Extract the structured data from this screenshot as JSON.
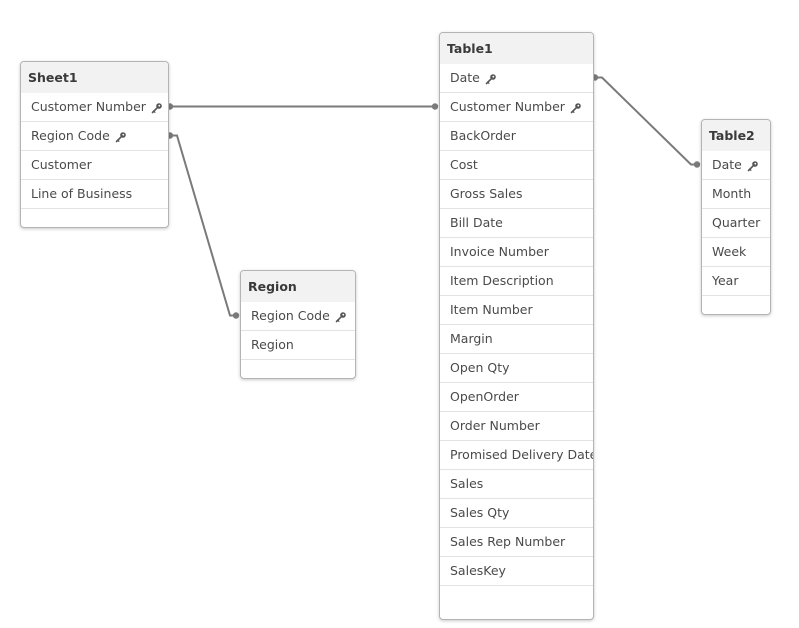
{
  "tables": [
    {
      "id": "sheet1",
      "title": "Sheet1",
      "fields": [
        {
          "label": "Customer Number",
          "key": true
        },
        {
          "label": "Region Code",
          "key": true
        },
        {
          "label": "Customer",
          "key": false
        },
        {
          "label": "Line of Business",
          "key": false
        }
      ]
    },
    {
      "id": "region",
      "title": "Region",
      "fields": [
        {
          "label": "Region Code",
          "key": true
        },
        {
          "label": "Region",
          "key": false
        }
      ]
    },
    {
      "id": "table1",
      "title": "Table1",
      "fields": [
        {
          "label": "Date",
          "key": true
        },
        {
          "label": "Customer Number",
          "key": true
        },
        {
          "label": "BackOrder",
          "key": false
        },
        {
          "label": "Cost",
          "key": false
        },
        {
          "label": "Gross Sales",
          "key": false
        },
        {
          "label": "Bill Date",
          "key": false
        },
        {
          "label": "Invoice Number",
          "key": false
        },
        {
          "label": "Item Description",
          "key": false
        },
        {
          "label": "Item Number",
          "key": false
        },
        {
          "label": "Margin",
          "key": false
        },
        {
          "label": "Open Qty",
          "key": false
        },
        {
          "label": "OpenOrder",
          "key": false
        },
        {
          "label": "Order Number",
          "key": false
        },
        {
          "label": "Promised Delivery Date",
          "key": false
        },
        {
          "label": "Sales",
          "key": false
        },
        {
          "label": "Sales Qty",
          "key": false
        },
        {
          "label": "Sales Rep Number",
          "key": false
        },
        {
          "label": "SalesKey",
          "key": false
        }
      ]
    },
    {
      "id": "table2",
      "title": "Table2",
      "fields": [
        {
          "label": "Date",
          "key": true
        },
        {
          "label": "Month",
          "key": false
        },
        {
          "label": "Quarter",
          "key": false
        },
        {
          "label": "Week",
          "key": false
        },
        {
          "label": "Year",
          "key": false
        }
      ]
    }
  ],
  "links": [
    {
      "from": "sheet1",
      "from_field": "Customer Number",
      "to": "table1",
      "to_field": "Customer Number"
    },
    {
      "from": "sheet1",
      "from_field": "Region Code",
      "to": "region",
      "to_field": "Region Code"
    },
    {
      "from": "table1",
      "from_field": "Date",
      "to": "table2",
      "to_field": "Date"
    }
  ],
  "colors": {
    "link": "#7a7a7a",
    "header_bg": "#f2f2f2",
    "border": "#b4b4b4",
    "key_icon": "#555555"
  },
  "icons": {
    "key": "key-icon"
  }
}
